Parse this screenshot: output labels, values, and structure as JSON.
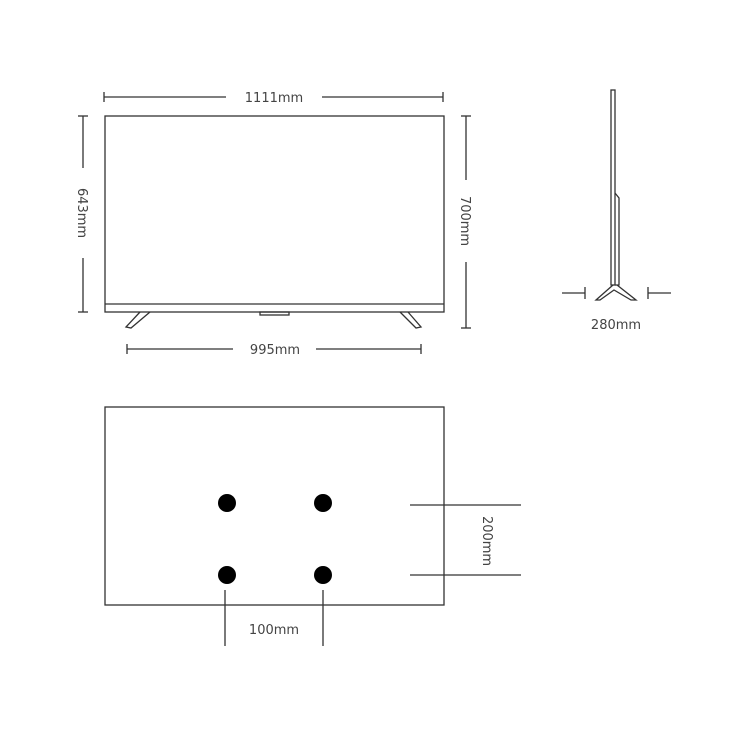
{
  "front_view": {
    "width_label": "1111mm",
    "height_without_stand_label": "643mm",
    "height_with_stand_label": "700mm",
    "stand_span_label": "995mm"
  },
  "side_view": {
    "stand_depth_label": "280mm"
  },
  "back_view": {
    "vesa_vertical_label": "200mm",
    "vesa_horizontal_label": "100mm"
  },
  "colors": {
    "line": "#333333",
    "text": "#444444",
    "dot": "#000000"
  }
}
